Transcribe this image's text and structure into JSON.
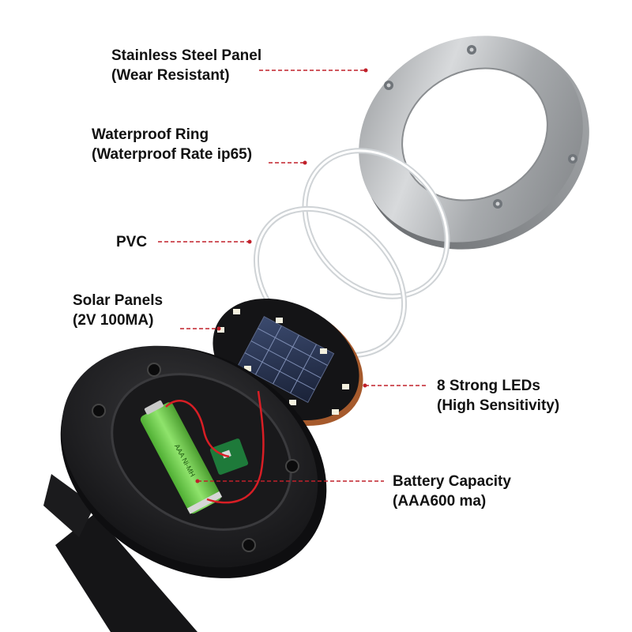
{
  "callouts": {
    "steel_panel": {
      "line1": "Stainless Steel Panel",
      "line2": "(Wear Resistant)"
    },
    "waterproof_ring": {
      "line1": "Waterproof Ring",
      "line2": "(Waterproof Rate ip65)"
    },
    "pvc": {
      "line1": "PVC"
    },
    "solar_panels": {
      "line1": "Solar Panels",
      "line2": "(2V 100MA)"
    },
    "leds": {
      "line1": "8 Strong LEDs",
      "line2": "(High Sensitivity)"
    },
    "battery": {
      "line1": "Battery Capacity",
      "line2": "(AAA600 ma)"
    }
  },
  "colors": {
    "leader_line": "#c0202a",
    "label_text": "#111111",
    "steel": "#b9bcbf",
    "housing": "#1c1c1e",
    "solar_cell": "#2a3550",
    "battery": "#6fd04e",
    "pcb": "#1e7a3a"
  }
}
